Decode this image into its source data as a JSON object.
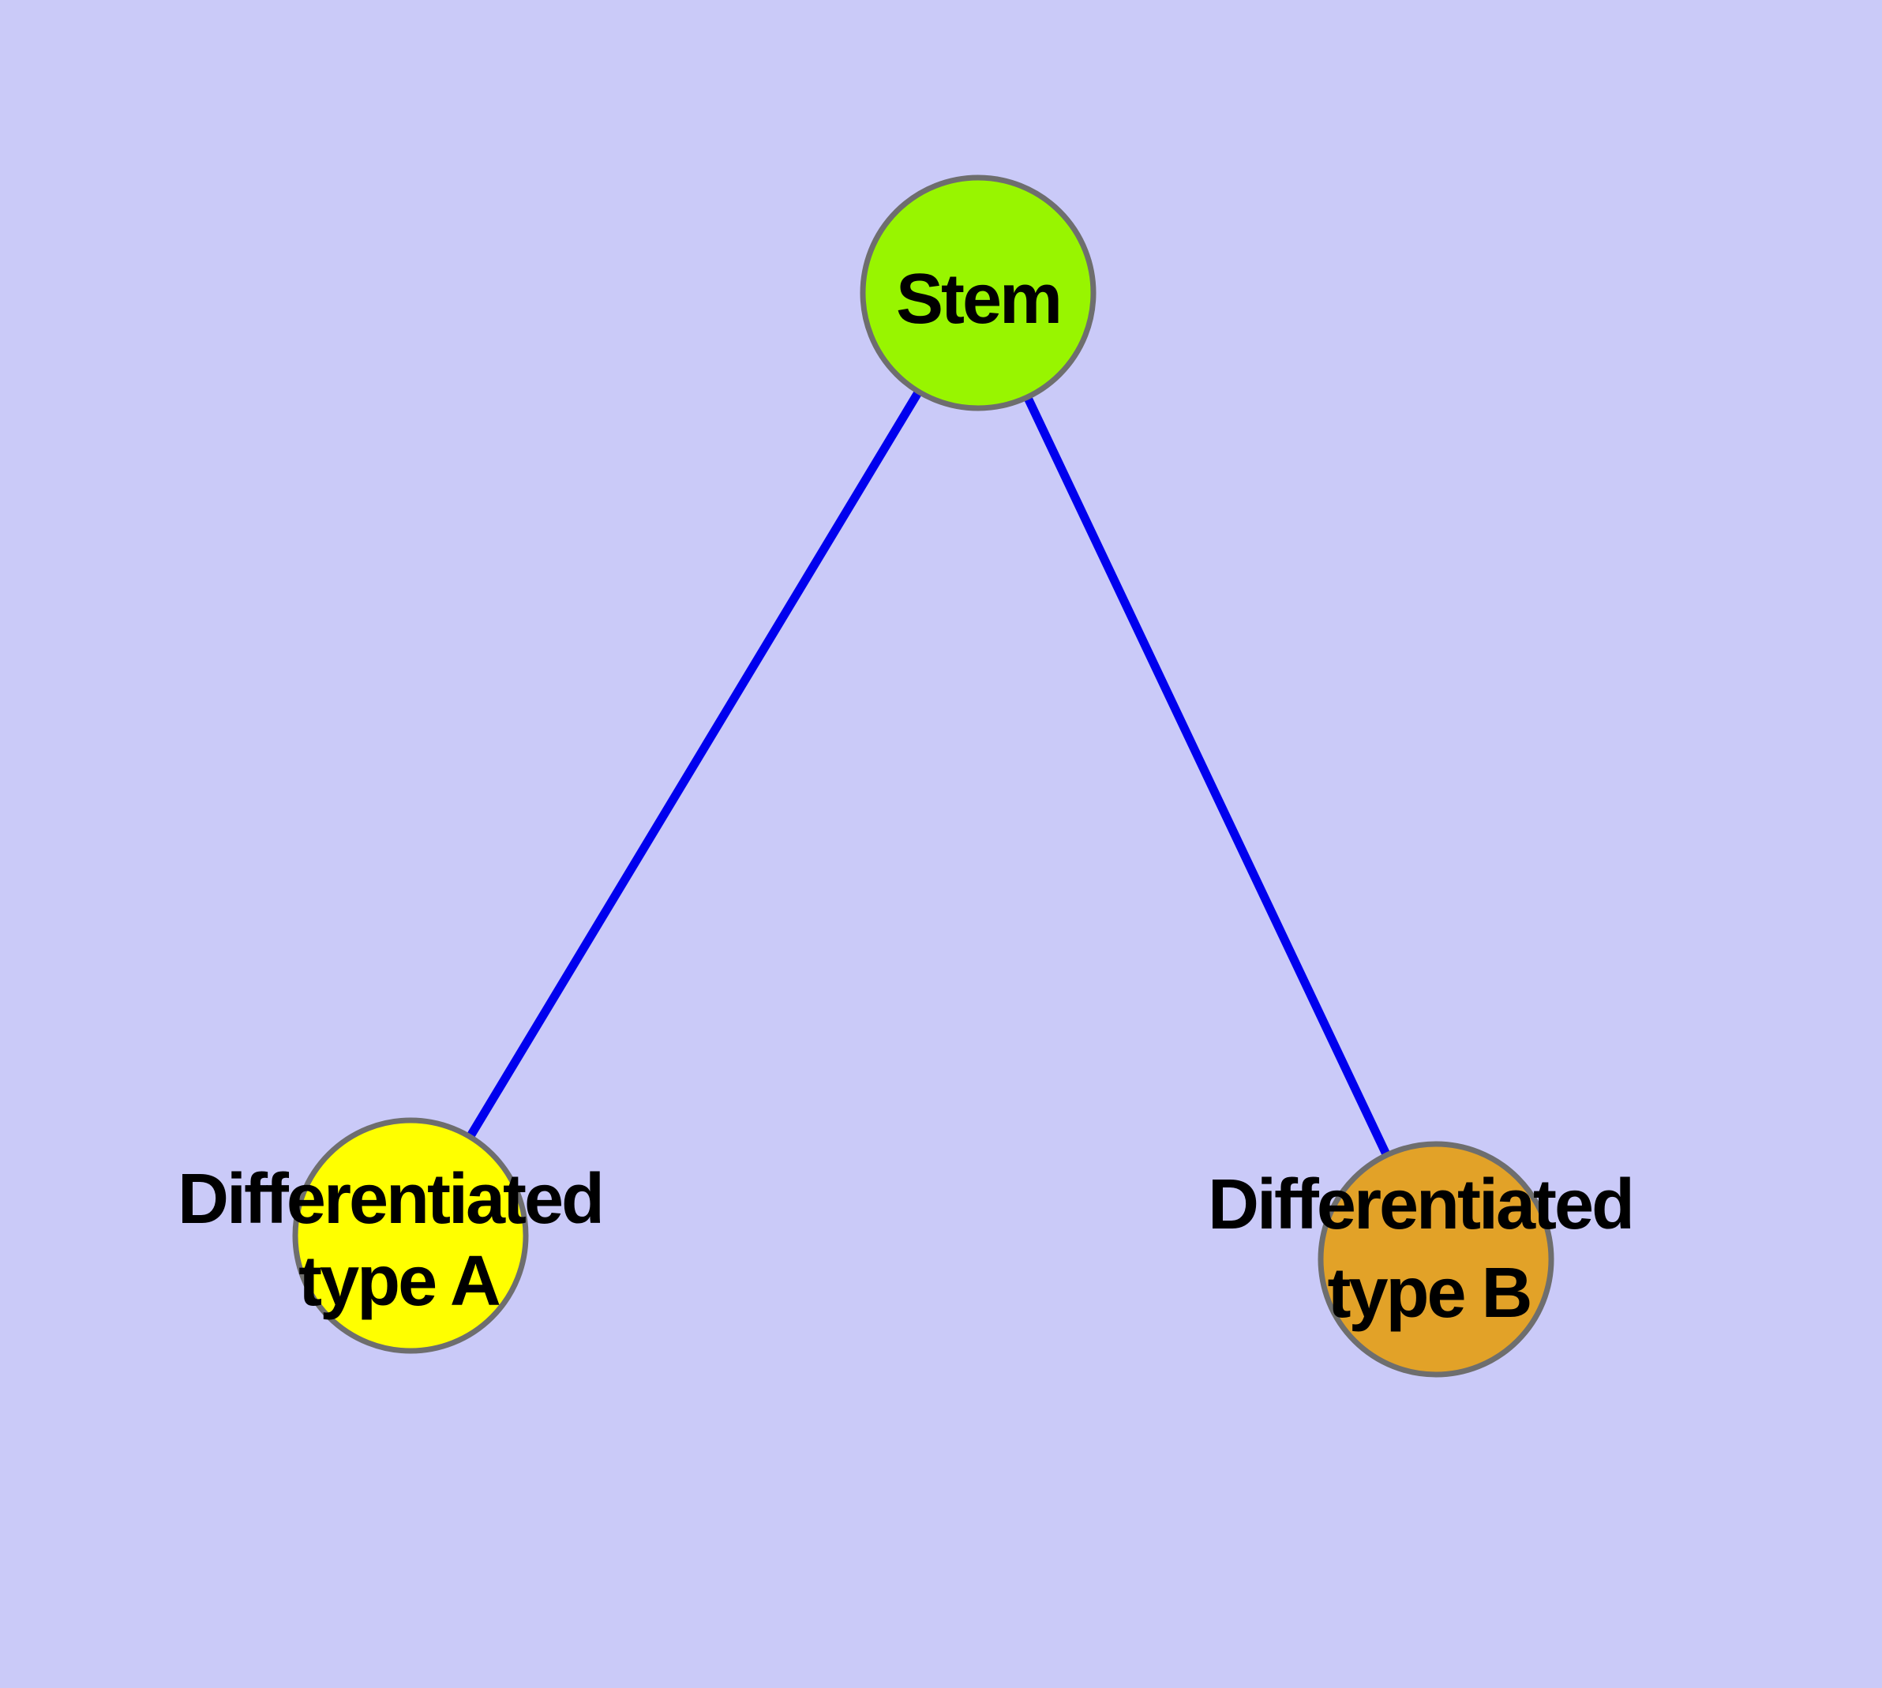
{
  "diagram": {
    "description": "Node-link diagram of stem cell differentiation: a Stem node connected by two edges to two differentiated cell-type nodes",
    "background_color": "#CACAF8",
    "edge_color": "#0000EE",
    "node_border_color": "#6E6E6E",
    "label_color": "#000000",
    "nodes": [
      {
        "id": "stem",
        "label": "Stem",
        "line1": "Stem",
        "line2": "",
        "fill": "#98F500"
      },
      {
        "id": "differentiated-type-a",
        "label": "Differentiated type A",
        "line1": "Differentiated",
        "line2": "type A",
        "fill": "#FFFF00"
      },
      {
        "id": "differentiated-type-b",
        "label": "Differentiated type B",
        "line1": "Differentiated",
        "line2": "type B",
        "fill": "#E2A228"
      }
    ],
    "edges": [
      {
        "from": "Stem",
        "to": "Differentiated type A"
      },
      {
        "from": "Stem",
        "to": "Differentiated type B"
      }
    ]
  }
}
